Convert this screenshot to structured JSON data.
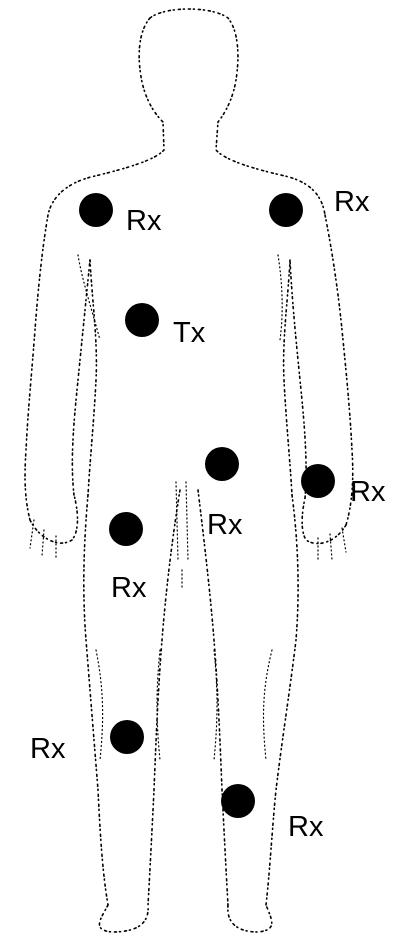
{
  "figure": {
    "marker_color": "#000000",
    "outline_color": "#000000",
    "nodes": [
      {
        "id": "left-shoulder",
        "label": "Rx",
        "role": "receiver"
      },
      {
        "id": "right-shoulder",
        "label": "Rx",
        "role": "receiver"
      },
      {
        "id": "chest",
        "label": "Tx",
        "role": "transmitter"
      },
      {
        "id": "waist",
        "label": "Rx",
        "role": "receiver"
      },
      {
        "id": "right-wrist",
        "label": "Rx",
        "role": "receiver"
      },
      {
        "id": "left-thigh",
        "label": "Rx",
        "role": "receiver"
      },
      {
        "id": "left-knee",
        "label": "Rx",
        "role": "receiver"
      },
      {
        "id": "right-shin",
        "label": "Rx",
        "role": "receiver"
      }
    ]
  }
}
